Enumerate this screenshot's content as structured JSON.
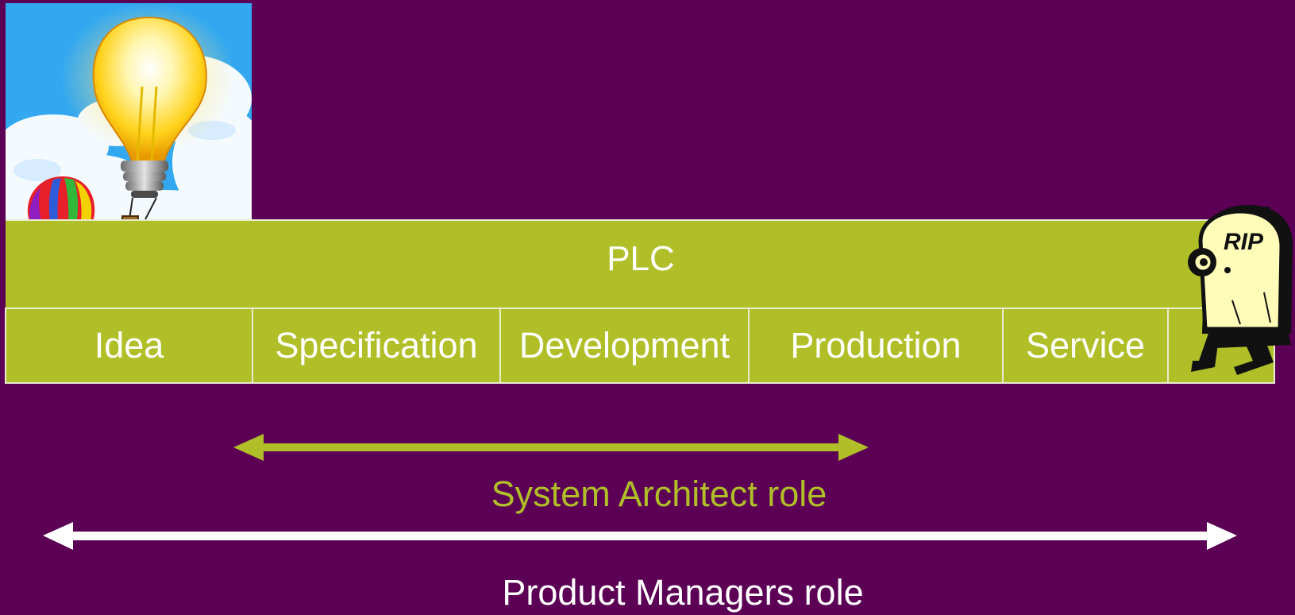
{
  "diagram": {
    "band_label": "PLC",
    "phases": [
      "Idea",
      "Specification",
      "Development",
      "Production",
      "Service",
      ""
    ],
    "system_architect_role": "System Architect role",
    "product_managers_role": "Product Managers role",
    "tombstone_text": "RIP",
    "icons": [
      "lightbulb-balloons-illustration",
      "walking-tombstone-illustration"
    ]
  },
  "colors": {
    "background": "#5c0055",
    "band": "#b0bf28",
    "text_light": "#ffffff",
    "accent": "#b0bf28"
  }
}
